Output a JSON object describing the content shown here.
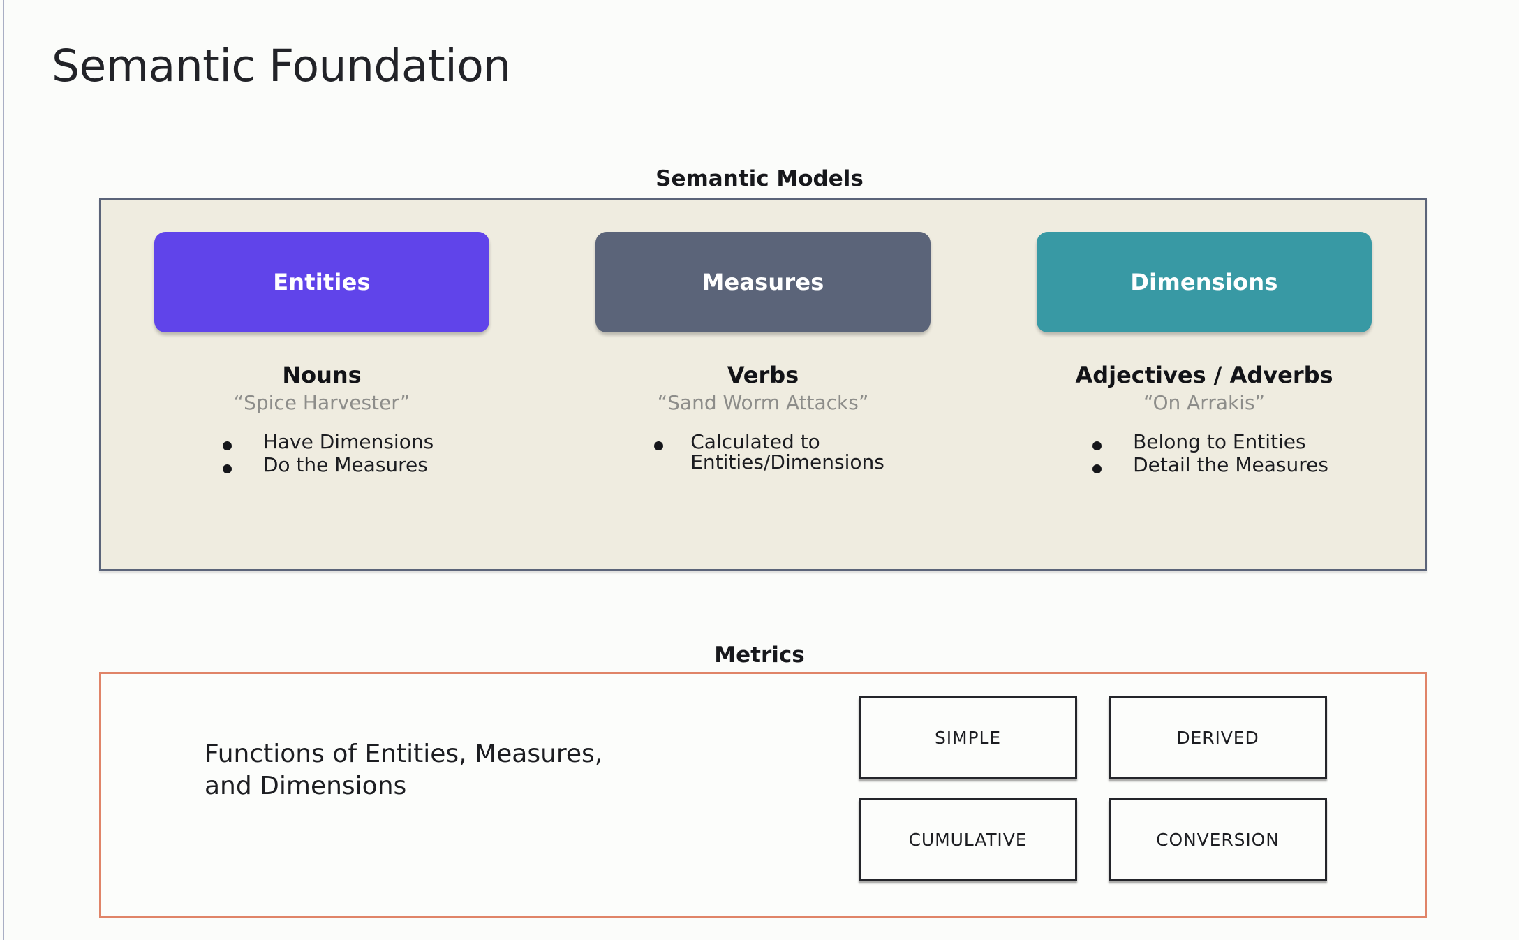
{
  "slide": {
    "title": "Semantic Foundation"
  },
  "semantic_models": {
    "caption": "Semantic Models",
    "panel_background": "#efece0",
    "panel_border": "#5b6479",
    "columns": [
      {
        "pill_label": "Entities",
        "pill_color": "#6044ea",
        "heading": "Nouns",
        "example": "“Spice Harvester”",
        "bullets": [
          "Have Dimensions",
          "Do the Measures"
        ]
      },
      {
        "pill_label": "Measures",
        "pill_color": "#5b6479",
        "heading": "Verbs",
        "example": "“Sand Worm Attacks”",
        "bullets": [
          "Calculated to\nEntities/Dimensions"
        ]
      },
      {
        "pill_label": "Dimensions",
        "pill_color": "#3899a4",
        "heading": "Adjectives / Adverbs",
        "example": "“On Arrakis”",
        "bullets": [
          "Belong to Entities",
          "Detail the Measures"
        ]
      }
    ]
  },
  "metrics": {
    "caption": "Metrics",
    "panel_border": "#e08468",
    "description": "Functions of Entities, Measures,\nand Dimensions",
    "types": [
      "SIMPLE",
      "DERIVED",
      "CUMULATIVE",
      "CONVERSION"
    ]
  }
}
